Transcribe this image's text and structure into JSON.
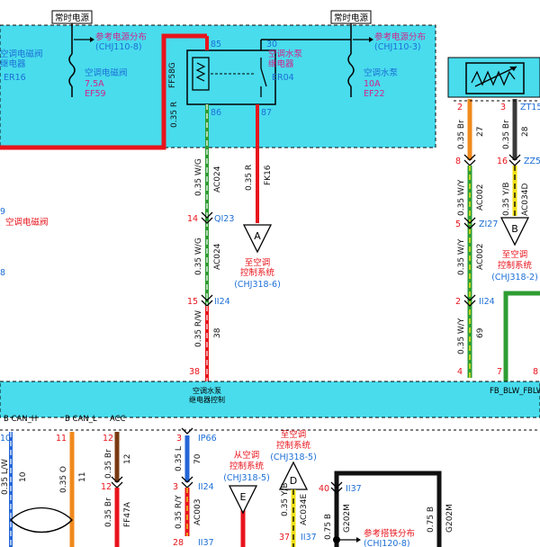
{
  "title_boxes": {
    "left": "常时电源",
    "right": "常时电源"
  },
  "refs": {
    "left_ref": "参考电源分布",
    "left_ref_code": "(CHJ110-8)",
    "right_ref": "参考电源分布",
    "right_ref_code": "(CHJ110-3)"
  },
  "relays": {
    "left_relay": "空调电磁阀继电器",
    "left_relay_l1": "空调电磁阀",
    "left_relay_l2": "继电器",
    "left_relay_code": "ER16",
    "left_fuse": "空调电磁阀",
    "left_fuse_rating": "7.5A",
    "left_fuse_code": "EF59",
    "center_relay_l1": "空调水泵",
    "center_relay_l2": "继电器",
    "center_relay_code": "ER04",
    "right_fuse": "空调水泵",
    "right_fuse_rating": "10A",
    "right_fuse_code": "EF22"
  },
  "wires": {
    "w_left_spec": "0.35 R",
    "w_ff": "FF58G",
    "pin85": "85",
    "pin30": "30",
    "pin86": "86",
    "pin87": "87",
    "w86_spec": "0.35 W/G",
    "w86_code": "AC024",
    "w87_spec": "0.35 R",
    "w87_code": "FK16",
    "conn_qi23_pin": "14",
    "conn_qi23": "QI23",
    "w86b_spec": "0.35 W/G",
    "w86b_code": "AC024",
    "conn_ii24_pin": "15",
    "conn_ii24": "II24",
    "w38_spec": "0.35 R/W",
    "w38_code": "38",
    "pin38": "38",
    "ecu_pin_label_l1": "空调水泵",
    "ecu_pin_label_l2": "继电器控制"
  },
  "off_page": {
    "A_letter": "A",
    "A_l1": "至空调",
    "A_l2": "控制系统",
    "A_code": "(CHJ318-6)",
    "B_letter": "B",
    "B_l1": "至空调",
    "B_l2": "控制系统",
    "B_code": "(CHJ318-2)",
    "D_letter": "D",
    "D_l1": "至空调",
    "D_l2": "控制系统",
    "D_code": "(CHJ318-5)",
    "E_letter": "E",
    "E_l1": "从空调",
    "E_l2": "控制系统",
    "E_code": "(CHJ318-5)"
  },
  "left_side": {
    "label": "空调电磁阀",
    "pin_top": "9",
    "pin_bottom": "8"
  },
  "right_side": {
    "pin2": "2",
    "pin3": "3",
    "zt15": "ZT15",
    "w_br_spec": "0.35 Br",
    "w_br_code": "27",
    "w_br2_spec": "0.35 Br",
    "w_br2_code": "28",
    "pin8": "8",
    "pin16": "16",
    "zz5": "ZZ5",
    "w_wy_spec": "0.35 W/Y",
    "w_wy_code": "AC002",
    "w_yb_spec": "0.35 Y/B",
    "w_yb_code": "AC034D",
    "pin5": "5",
    "zi27": "ZI27",
    "w_wy2_spec": "0.35 W/Y",
    "w_wy2_code": "AC002",
    "pin2b": "2",
    "ii24": "II24",
    "w_wy3_spec": "0.35 W/Y",
    "w_wy3_code": "69",
    "pin4": "4",
    "pin7": "7",
    "pin8b": "8",
    "fb_label": "FB_BLW_F",
    "blw_label": "BLW"
  },
  "bottom": {
    "can_h": "B CAN_H",
    "can_l": "B CAN_L",
    "acc": "ACC",
    "pin10": "10",
    "pin11": "11",
    "pin12": "12",
    "pin3": "3",
    "ip66": "IP66",
    "w10_spec": "0.35 L/W",
    "w10_code": "10",
    "w11_spec": "0.35 O",
    "w11_code": "11",
    "w12_spec": "0.35 Br",
    "w12_code": "12",
    "w70_spec": "0.35 L",
    "w70_code": "70",
    "pin12b": "12",
    "ff47a": "FF47A",
    "w12b_spec": "0.35 Br",
    "pin3b": "3",
    "ii24": "II24",
    "w_ry_spec": "0.35 R/Y",
    "w_ry_code": "AC003",
    "pin28": "28",
    "ii37a": "II37",
    "w_yb_spec": "0.35 Y/B",
    "w_yb_code": "AC034E",
    "pin37": "37",
    "ii37b": "II37",
    "pin40": "40",
    "ii37c": "II37",
    "g202m": "G202M",
    "w075_spec": "0.75 B",
    "g202m2": "G202M",
    "w075_spec2": "0.75 B",
    "ground_ref": "参考搭铁分布",
    "ground_ref_code": "(CHJ120-8)"
  },
  "colors": {
    "cyan_panel": "#48dced",
    "red_wire": "#e8141c",
    "green_wire": "#2e9d33",
    "orange_wire": "#f08a1c",
    "dark_wire": "#3a3a3a",
    "yellow_wire": "#f0e118",
    "blue_wire": "#2466d8",
    "brown_wire": "#7a3b12"
  }
}
